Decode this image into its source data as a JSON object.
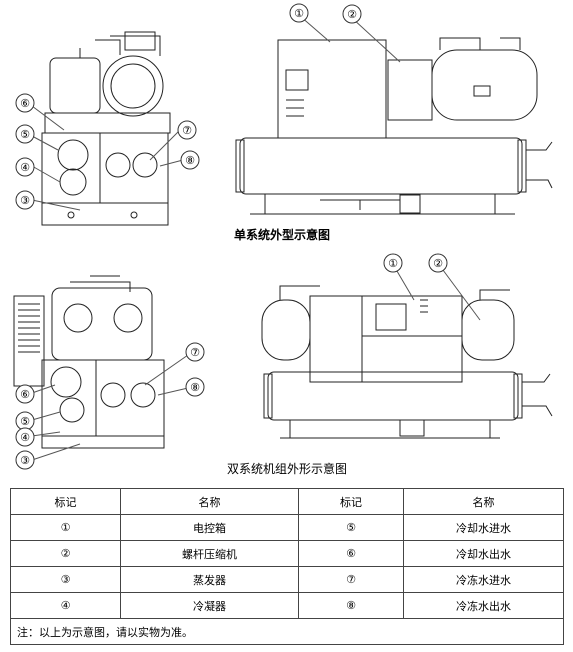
{
  "figures": {
    "single": {
      "caption": "单系统外型示意图",
      "callouts_side": [
        "①",
        "②"
      ],
      "callouts_front": [
        "⑥",
        "⑦",
        "⑤",
        "⑧",
        "④",
        "③"
      ]
    },
    "double": {
      "caption": "双系统机组外形示意图",
      "callouts_side": [
        "①",
        "②"
      ],
      "callouts_front": [
        "⑦",
        "⑥",
        "⑧",
        "⑤",
        "④",
        "③"
      ]
    }
  },
  "legend": {
    "headers": [
      "标记",
      "名称",
      "标记",
      "名称"
    ],
    "rows": [
      {
        "m1": "①",
        "n1": "电控箱",
        "m2": "⑤",
        "n2": "冷却水进水"
      },
      {
        "m1": "②",
        "n1": "螺杆压缩机",
        "m2": "⑥",
        "n2": "冷却水出水"
      },
      {
        "m1": "③",
        "n1": "蒸发器",
        "m2": "⑦",
        "n2": "冷冻水进水"
      },
      {
        "m1": "④",
        "n1": "冷凝器",
        "m2": "⑧",
        "n2": "冷冻水出水"
      }
    ],
    "note": "注：以上为示意图，请以实物为准。"
  }
}
